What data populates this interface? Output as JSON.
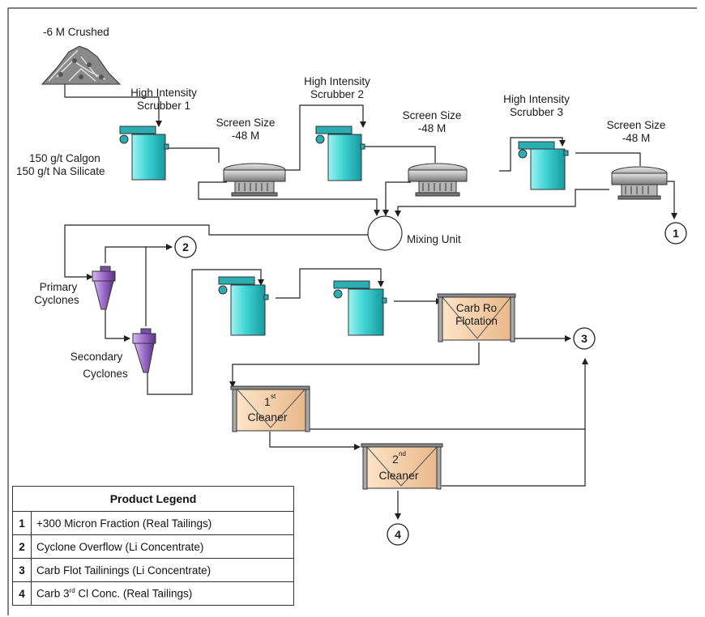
{
  "labels": {
    "crushed": "-6 M Crushed",
    "calgon": "150 g/t Calgon",
    "silicate": "150 g/t Na Silicate",
    "hi_scrubber_1": [
      "High Intensity",
      "Scrubber 1"
    ],
    "hi_scrubber_2": [
      "High Intensity",
      "Scrubber 2"
    ],
    "hi_scrubber_3": [
      "High Intensity",
      "Scrubber 3"
    ],
    "screen_1": [
      "Screen Size",
      "-48 M"
    ],
    "screen_2": [
      "Screen Size",
      "-48 M"
    ],
    "screen_3": [
      "Screen Size",
      "-48 M"
    ],
    "mixing_unit": "Mixing Unit",
    "primary_cyclones": [
      "Primary",
      "Cyclones"
    ],
    "secondary_cyclones": [
      "Secondary",
      "Cyclones"
    ],
    "carb_ro_flotation": [
      "Carb Ro",
      "Flotation"
    ],
    "cleaner_1": {
      "num": "1",
      "sup": "st",
      "name": "Cleaner"
    },
    "cleaner_2": {
      "num": "2",
      "sup": "nd",
      "name": "Cleaner"
    }
  },
  "stream_markers": [
    "1",
    "2",
    "3",
    "4"
  ],
  "legend": {
    "title": "Product Legend",
    "rows": [
      {
        "num": "1",
        "text": "+300 Micron Fraction (Real Tailings)"
      },
      {
        "num": "2",
        "text": "Cyclone Overflow (Li Concentrate)"
      },
      {
        "num": "3",
        "text": "Carb Flot Tailinings (Li Concentrate)"
      },
      {
        "num": "4",
        "pre": "Carb 3",
        "sup": "rd",
        "post": " Cl Conc. (Real Tailings)"
      }
    ]
  },
  "colors": {
    "tank": "#3fd3d3",
    "tank_dark": "#1a8f96",
    "cyclone": "#9b6bc9",
    "flotation": "#f4c8a0",
    "screen": "#9a9a9a"
  }
}
